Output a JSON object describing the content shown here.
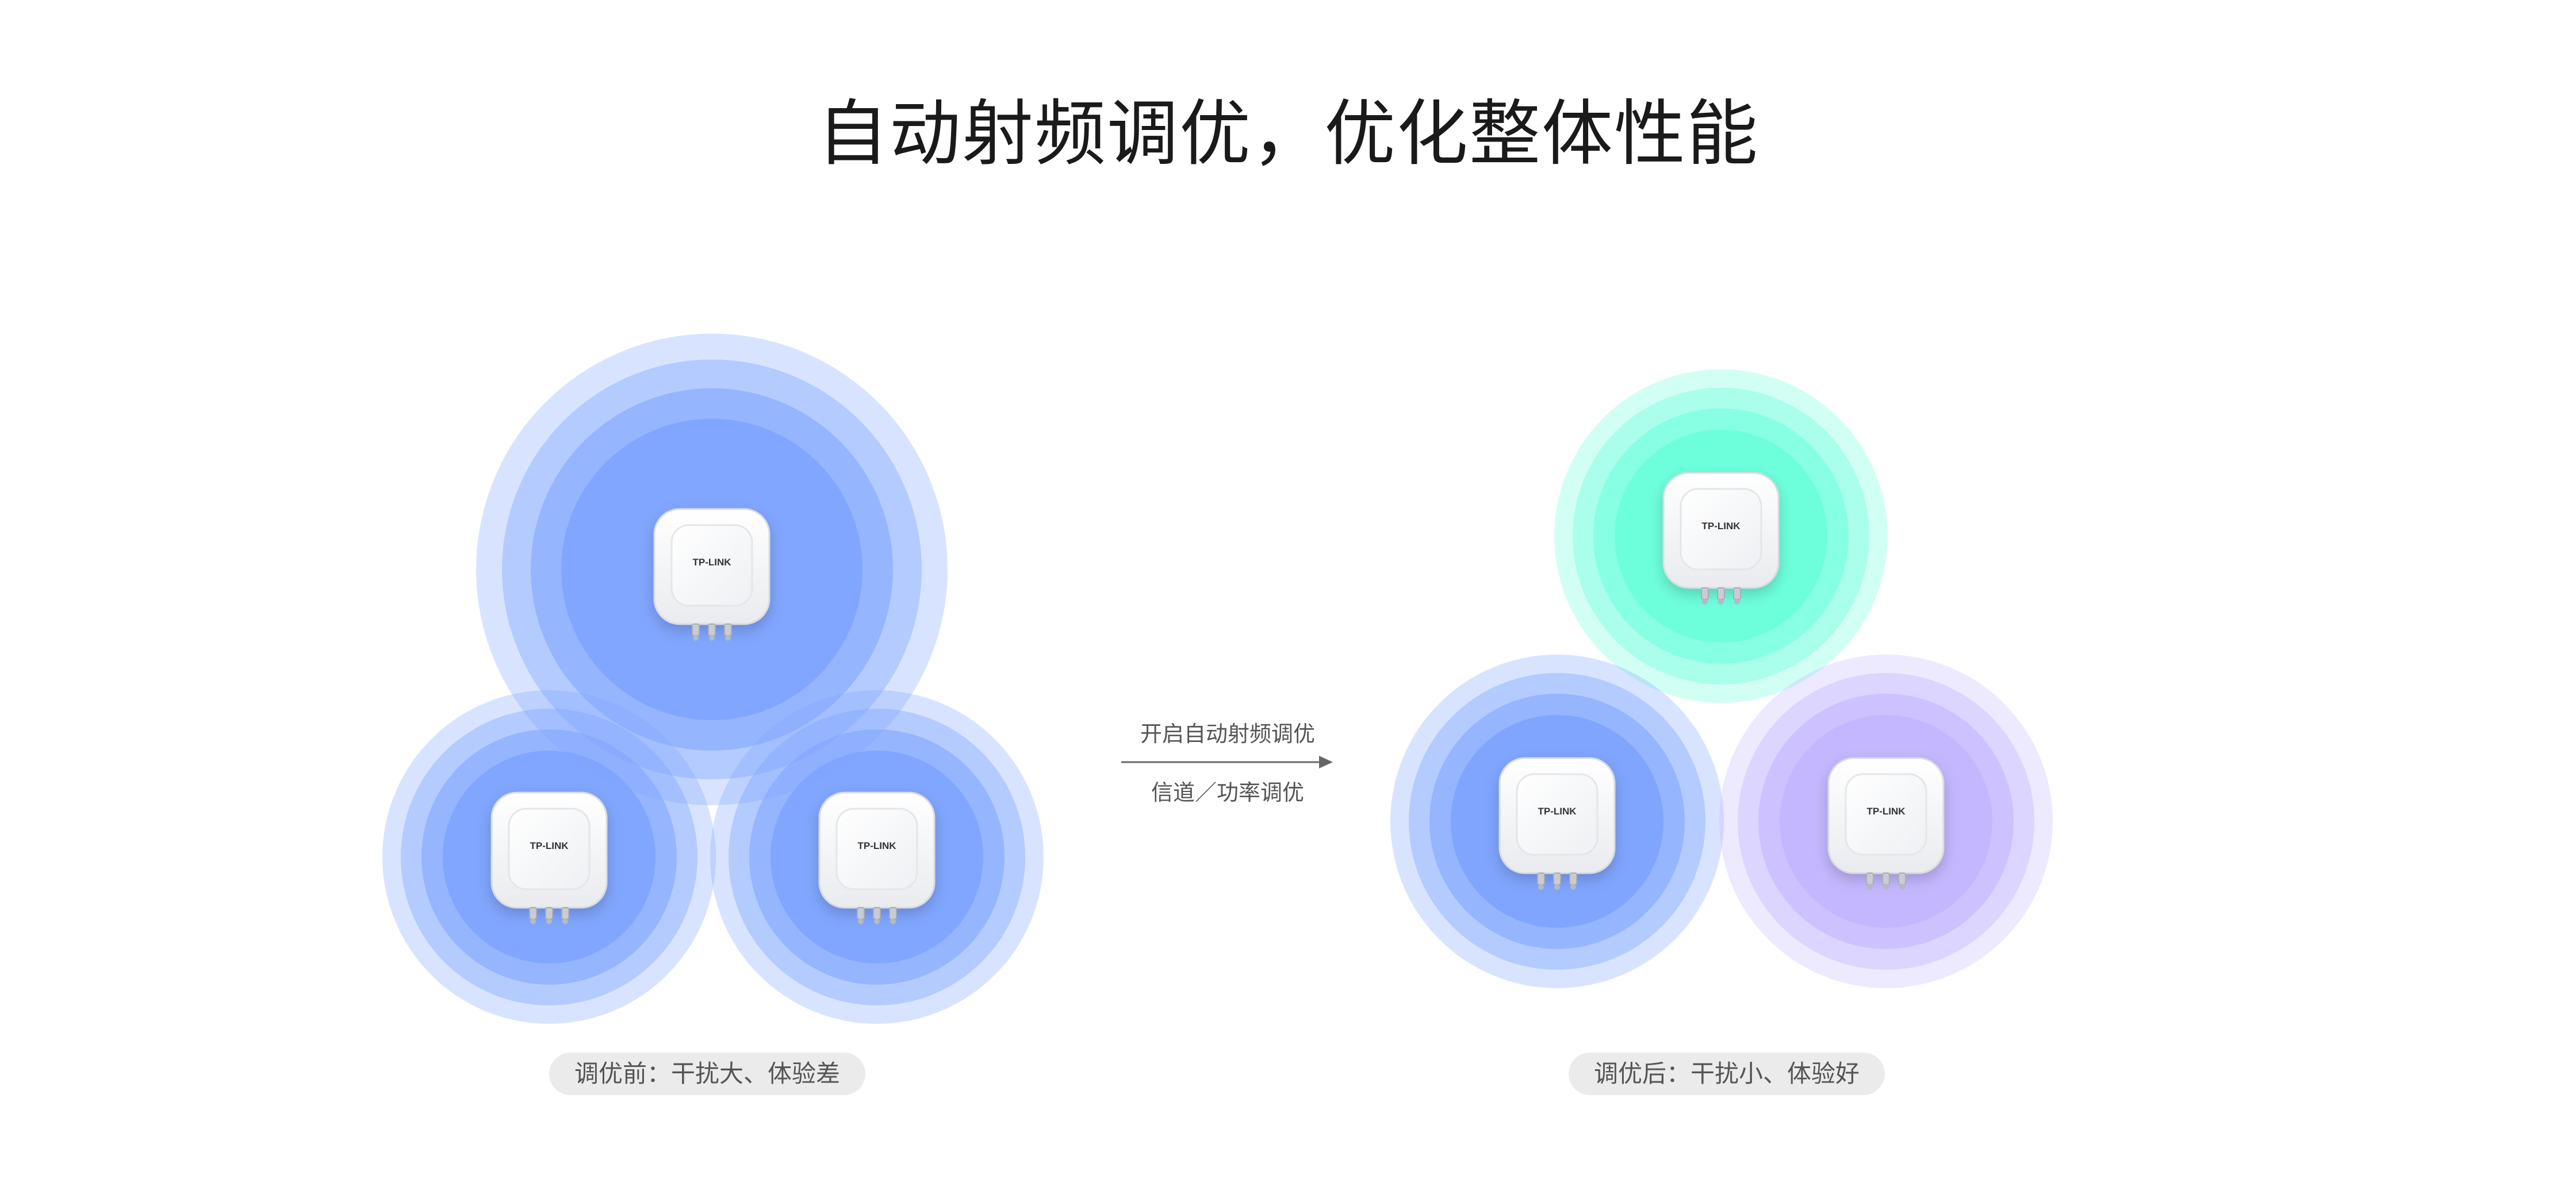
{
  "title": "自动射频调优，优化整体性能",
  "arrow": {
    "line1": "开启自动射频调优",
    "line2": "信道／功率调优"
  },
  "captions": {
    "before": "调优前：干扰大、体验差",
    "after": "调优后：干扰小、体验好"
  },
  "ap_logo": "TP-LINK",
  "colors": {
    "blue": "#7ea4ff",
    "green": "#6bffdb",
    "purple": "#c3b6ff",
    "caption_bg": "#ebebeb"
  }
}
